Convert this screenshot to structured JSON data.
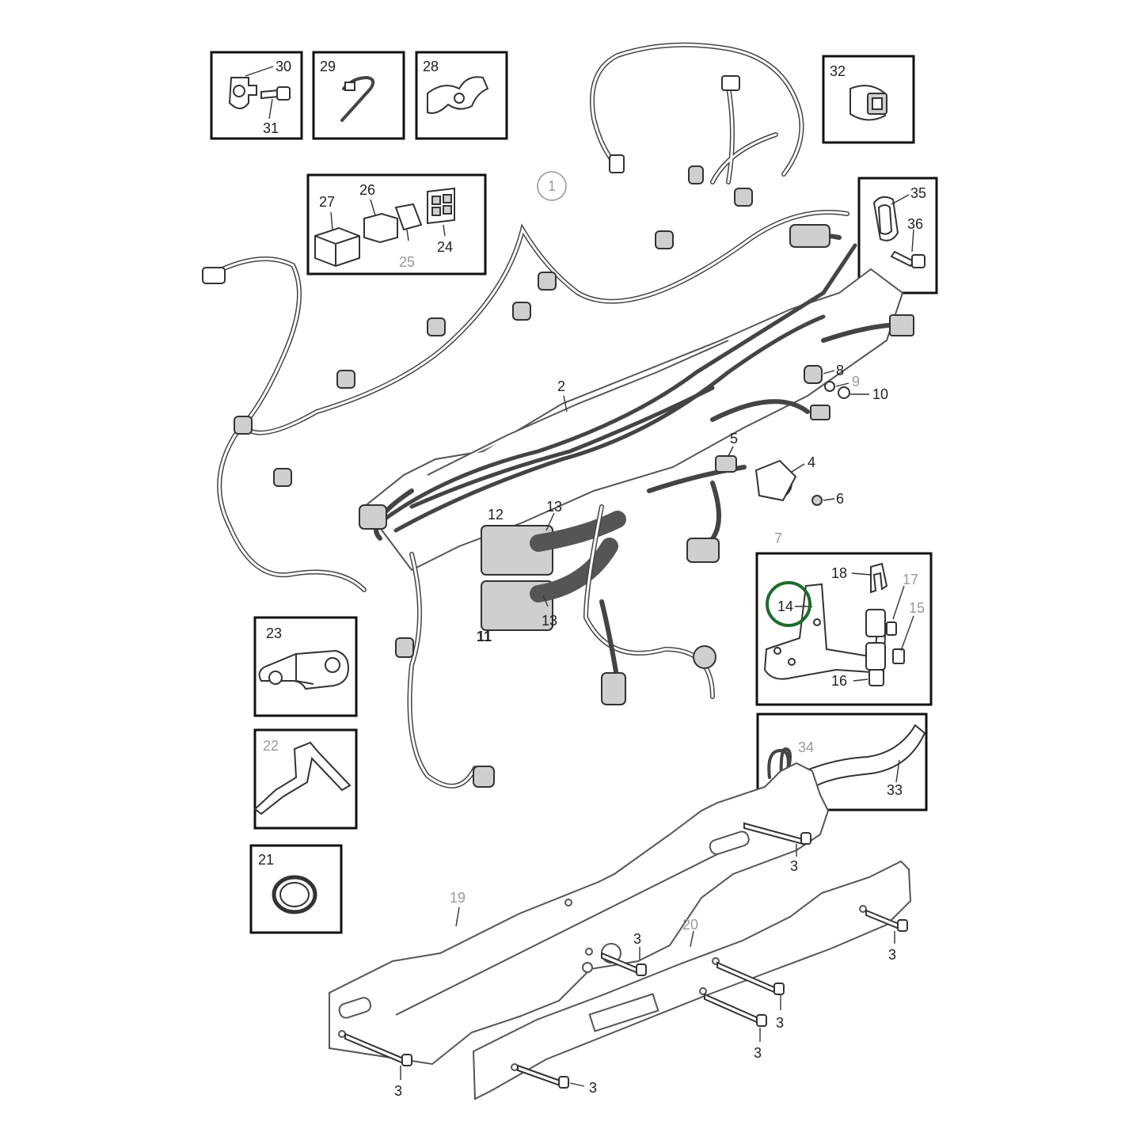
{
  "colors": {
    "highlight_circle": "#1e6b2e",
    "line": "#333333",
    "muted_label": "#9a9a9a"
  },
  "callouts": {
    "c1": "1",
    "c2": "2",
    "c3": "3",
    "c4": "4",
    "c5": "5",
    "c6": "6",
    "c7": "7",
    "c8": "8",
    "c9": "9",
    "c10": "10",
    "c11": "11",
    "c12": "12",
    "c13": "13",
    "c14": "14",
    "c15": "15",
    "c16": "16",
    "c17": "17",
    "c18": "18",
    "c19": "19",
    "c20": "20",
    "c21": "21",
    "c22": "22",
    "c23": "23",
    "c24": "24",
    "c25": "25",
    "c26": "26",
    "c27": "27",
    "c28": "28",
    "c29": "29",
    "c30": "30",
    "c31": "31",
    "c32": "32",
    "c33": "33",
    "c34": "34",
    "c35": "35",
    "c36": "36"
  },
  "highlighted_part": "14"
}
